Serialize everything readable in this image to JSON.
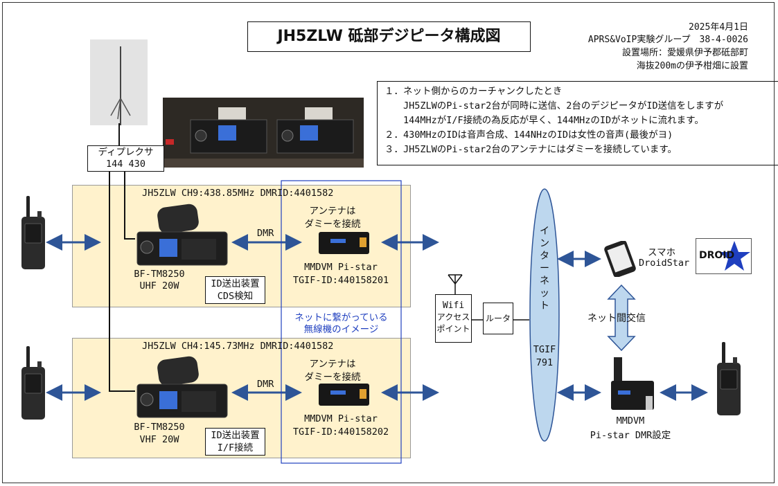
{
  "title": "JH5ZLW 砥部デジピータ構成図",
  "header": {
    "date": "2025年4月1日",
    "group": "APRS&VoIP実験グループ　38-4-0026",
    "location": "設置場所：愛媛県伊予郡砥部町",
    "altitude": "海抜200mの伊予柑畑に設置"
  },
  "notes": [
    "１．ネット側からのカーチャンクしたとき",
    "　　JH5ZLWのPi-star2台が同時に送信、2台のデジピータがID送信をしますが",
    "　　144MHzがI/F接続の為反応が早く、144MHzのIDがネットに流れます。",
    "２．430MHzのIDは音声合成、144NHzのIDは女性の音声(最後がヨ)",
    "３．JH5ZLWのPi-star2台のアンテナにはダミーを接続しています。"
  ],
  "diplexer": {
    "line1": "ディプレクサ",
    "line2": "144 430"
  },
  "uhf": {
    "header": "JH5ZLW CH9:438.85MHz DMRID:4401582",
    "radio_line1": "BF-TM8250",
    "radio_line2": "UHF 20W",
    "id_line1": "ID送出装置",
    "id_line2": "CDS検知",
    "dmr": "DMR",
    "antenna_line1": "アンテナは",
    "antenna_line2": "ダミーを接続",
    "pistar_line1": "MMDVM Pi-star",
    "pistar_line2": "TGIF-ID:440158201"
  },
  "vhf": {
    "header": "JH5ZLW CH4:145.73MHz DMRID:4401582",
    "radio_line1": "BF-TM8250",
    "radio_line2": "VHF 20W",
    "id_line1": "ID送出装置",
    "id_line2": "I/F接続",
    "dmr": "DMR",
    "antenna_line1": "アンテナは",
    "antenna_line2": "ダミーを接続",
    "pistar_line1": "MMDVM Pi-star",
    "pistar_line2": "TGIF-ID:440158202"
  },
  "net_image": {
    "line1": "ネットに繋がっている",
    "line2": "無線機のイメージ"
  },
  "wifi": {
    "line1": "Wifi",
    "line2": "アクセス",
    "line3": "ポイント"
  },
  "router": "ルータ",
  "internet": {
    "label": "インターネット",
    "tgif1": "TGIF",
    "tgif2": "791"
  },
  "smartphone": {
    "line1": "スマホ",
    "line2": "DroidStar"
  },
  "droidstar_logo": "DROID",
  "net_exchange": "ネット間交信",
  "mmdvm_right": {
    "line1": "MMDVM",
    "line2": "Pi-star DMR設定"
  },
  "colors": {
    "arrow": "#2e5597",
    "panel": "#fff2cc",
    "cloud": "#bdd7ee",
    "blue_text": "#1f3fbf",
    "outline_blue": "#1f3fbf"
  },
  "icons": [
    "handheld-radio-icon",
    "mobile-radio-icon",
    "pistar-hotspot-icon",
    "wifi-antenna-icon",
    "smartphone-icon",
    "droidstar-logo-icon"
  ]
}
